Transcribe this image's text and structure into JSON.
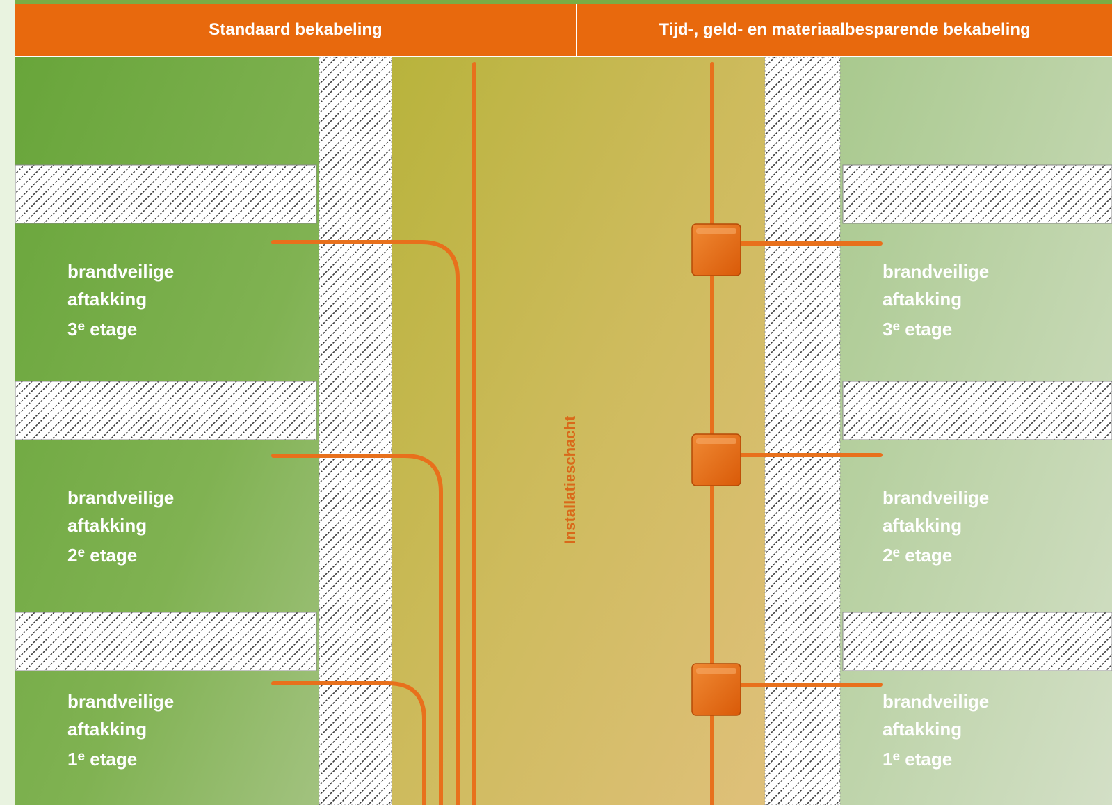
{
  "header": {
    "left_title": "Standaard bekabeling",
    "right_title": "Tijd-, geld- en materiaalbesparende bekabeling"
  },
  "shaft_label": "Installatieschacht",
  "floors": [
    {
      "line1": "brandveilige",
      "line2": "aftakking",
      "num": "3",
      "sup": "e",
      "etage": "etage"
    },
    {
      "line1": "brandveilige",
      "line2": "aftakking",
      "num": "2",
      "sup": "e",
      "etage": "etage"
    },
    {
      "line1": "brandveilige",
      "line2": "aftakking",
      "num": "1",
      "sup": "e",
      "etage": "etage"
    }
  ],
  "colors": {
    "header_bg": "#e8690d",
    "cable": "#e8701c",
    "junction_box": "#e46a12",
    "shaft_label": "#d9691a",
    "green_dark": "#6aa63e",
    "green_light": "#c9dcb8"
  }
}
